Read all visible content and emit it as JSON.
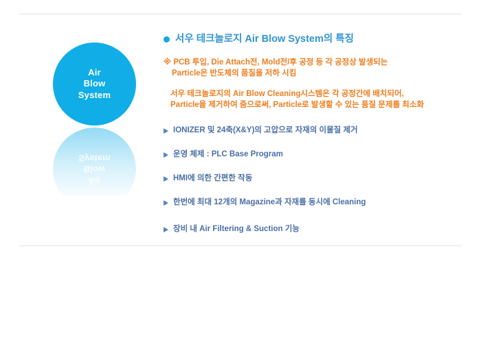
{
  "slide": {
    "graphic": {
      "circle_label_lines": [
        "Air",
        "Blow",
        "System"
      ],
      "circle_label": "Air\nBlow\nSystem",
      "circle_color": "#10ade7",
      "reflection_label": "Air\nBlow\nSystem"
    },
    "heading": {
      "bullet_icon": "filled-circle-icon",
      "text": "서우 테크놀로지 Air Blow System의 특징",
      "color": "#3194d6"
    },
    "notes": {
      "color": "#ef7d1e",
      "primary": {
        "line1": "※ PCB 투입, Die Attach전, Mold전/후 공정 등 각 공정상 발생되는",
        "line2": "Particle은 반도체의 품질을 저하 시킴"
      },
      "secondary": {
        "line1": "서우 테크놀로지의 Air Blow Cleaning시스템은 각 공정간에 배치되어,",
        "line2": "Particle을 제거하여 줌으로써, Particle로 발생할 수 있는 품질 문제를 최소화"
      }
    },
    "bullets": {
      "color": "#4b6fa7",
      "marker_icon": "triangle-right-icon",
      "items": [
        {
          "text": "IONIZER 및 24축(X&Y)의 고압으로 자재의 이물질 제거"
        },
        {
          "text": "운영 체제 : PLC Base Program"
        },
        {
          "text": "HMI에 의한 간편한 작동"
        },
        {
          "text": "한번에 최대 12개의 Magazine과 자재를 동시에 Cleaning"
        },
        {
          "text": "장비 내 Air Filtering & Suction 기능"
        }
      ]
    }
  }
}
